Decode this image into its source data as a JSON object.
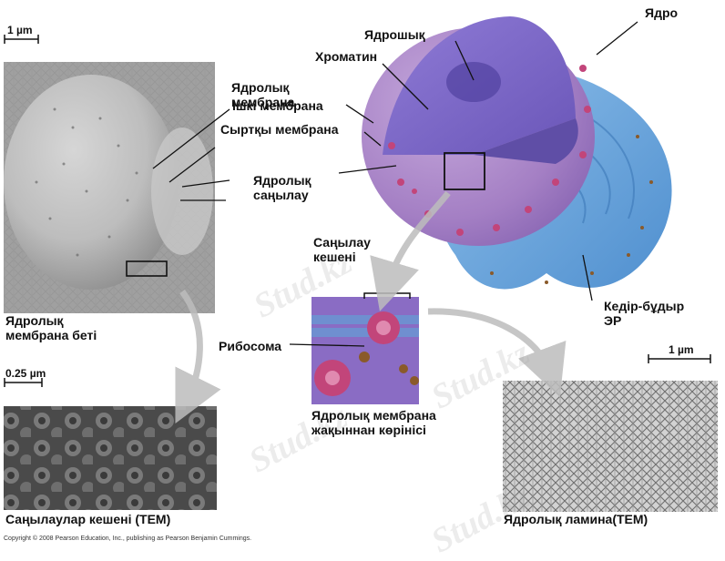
{
  "labels": {
    "nucleus": "Ядро",
    "nucleolus": "Ядрошық",
    "chromatin": "Хроматин",
    "inner_membrane": "Ядролық\nмембрана",
    "inner_membrane_overlap": "Ішкі мембрана",
    "outer_membrane": "Сыртқы мембрана",
    "pore": "Ядролық\nсаңылау",
    "pore_complex": "Саңылау\nкешені",
    "ribosome": "Рибосома",
    "rough_er": "Кедір-бұдыр\nЭР",
    "membrane_surface": "Ядролық\nмембрана беті",
    "membrane_view": "Ядролық мембрана\nжақыннан көрінісі",
    "pore_complexes_tem": "Саңылаулар  кешені  (ТЕМ)",
    "lamina_tem": "Ядролық ламина(ТЕМ)"
  },
  "scale_bars": {
    "left_top": "1 µm",
    "left_mid": "0.25 µm",
    "right": "1 µm"
  },
  "copyright": "Copyright © 2008 Pearson Education, Inc., publishing as Pearson Benjamin Cummings.",
  "watermark": "Stud.kz",
  "colors": {
    "nucleus_surface": "#a884c6",
    "nucleus_cut": "#7c66c4",
    "er": "#6fa8df",
    "pore": "#c2457a",
    "ribosome": "#8a5a2a",
    "micrograph": "#bdbdbd"
  }
}
